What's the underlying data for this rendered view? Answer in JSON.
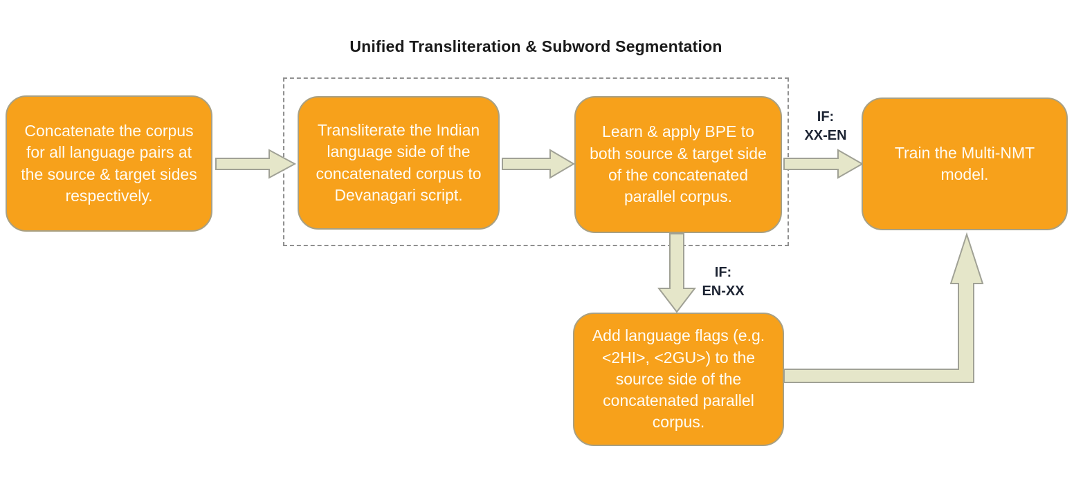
{
  "title": "Unified Transliteration & Subword Segmentation",
  "colors": {
    "box-fill": "#f7a11b",
    "box-border": "#a8a083",
    "box-text": "#fffbf2",
    "arrow-fill": "#e5e6c9",
    "arrow-stroke": "#a0a195",
    "group-border": "#909090",
    "title-text": "#1a1a1a",
    "label-text": "#1d2433"
  },
  "boxes": {
    "concatenate": {
      "text": "Concatenate the corpus for all language pairs at the source & target sides respectively."
    },
    "transliterate": {
      "text": "Transliterate the Indian language side of the concatenated corpus to Devanagari script."
    },
    "bpe": {
      "text": "Learn & apply BPE to both source & target side of the concatenated parallel corpus."
    },
    "train": {
      "text": "Train the Multi-NMT model."
    },
    "language_flags": {
      "text": "Add language flags (e.g. <2HI>, <2GU>) to the source side of the concatenated parallel corpus."
    }
  },
  "labels": {
    "if_xx_en": "IF:\nXX-EN",
    "if_en_xx": "IF:\nEN-XX"
  }
}
